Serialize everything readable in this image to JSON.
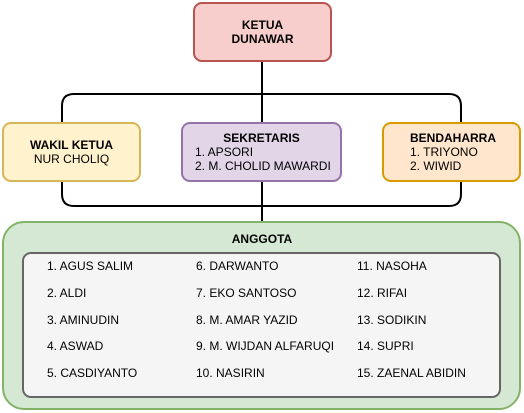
{
  "ketua": {
    "title": "KETUA",
    "name": "DUNAWAR"
  },
  "wakil_ketua": {
    "title": "WAKIL KETUA",
    "name": "NUR CHOLIQ"
  },
  "sekretaris": {
    "title": "SEKRETARIS",
    "members": [
      "1. APSORI",
      "2. M. CHOLID MAWARDI"
    ]
  },
  "bendahara": {
    "title": "BENDAHARRA",
    "members": [
      "1. TRIYONO",
      "2. WIWID"
    ]
  },
  "anggota": {
    "title": "ANGGOTA",
    "columns": [
      [
        "1. AGUS SALIM",
        "2. ALDI",
        "3. AMINUDIN",
        "4. ASWAD",
        "5. CASDIYANTO"
      ],
      [
        "6. DARWANTO",
        "7. EKO SANTOSO",
        "8. M. AMAR YAZID",
        "9. M. WIJDAN ALFARUQI",
        "10. NASIRIN"
      ],
      [
        "11. NASOHA",
        "12. RIFAI",
        "13. SODIKIN",
        "14. SUPRI",
        "15. ZAENAL ABIDIN"
      ]
    ]
  },
  "colors": {
    "ketua_fill": "#f8cecc",
    "ketua_stroke": "#b85450",
    "wakil_fill": "#fff2cc",
    "wakil_stroke": "#d6b656",
    "sekretaris_fill": "#e1d5e7",
    "sekretaris_stroke": "#9673a6",
    "bendahara_fill": "#ffe6cc",
    "bendahara_stroke": "#d79b00",
    "anggota_fill": "#d5e8d4",
    "anggota_stroke": "#82b366",
    "anggota_inner_fill": "#f5f5f5",
    "anggota_inner_stroke": "#666666"
  }
}
